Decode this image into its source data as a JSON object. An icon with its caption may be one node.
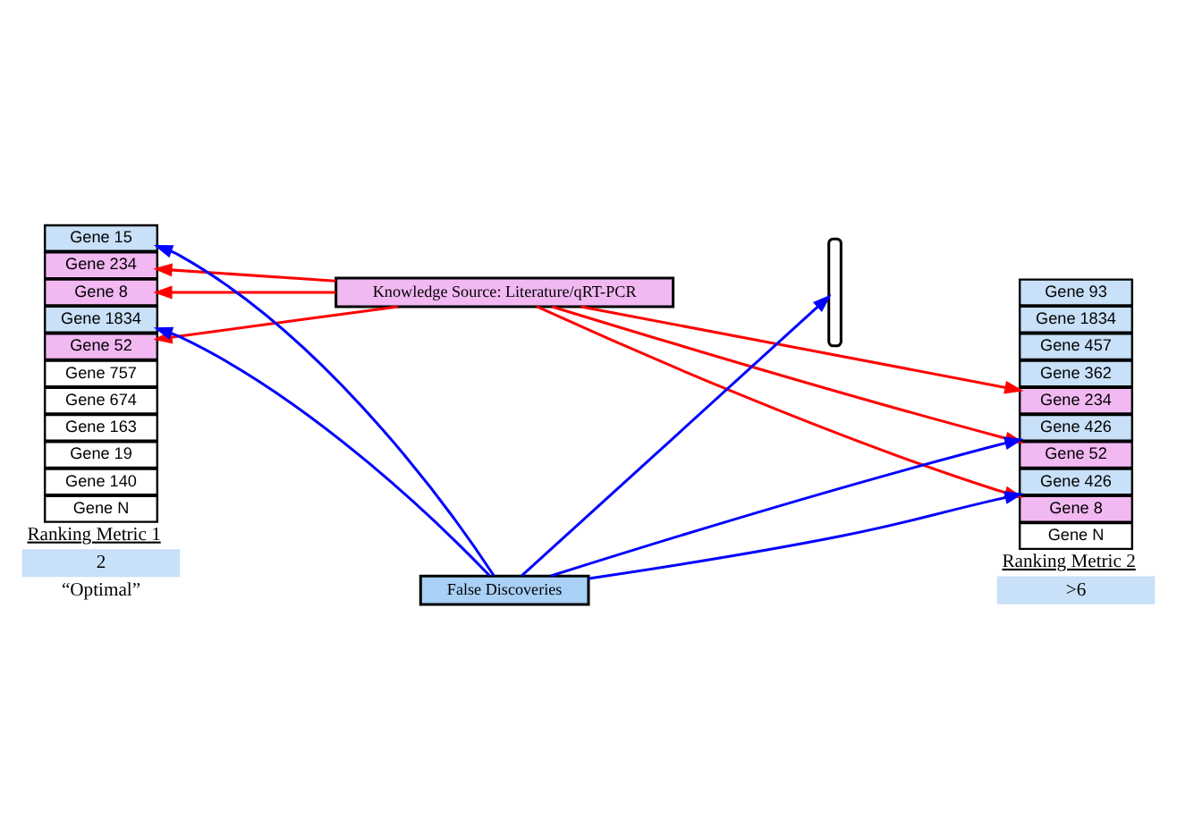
{
  "diagram": {
    "nodes": [
      {
        "text": [
          "Knowledge Source: Literature/qRT-PCR"
        ]
      },
      {
        "text": [
          "Gene 15"
        ]
      },
      {
        "text": [
          "Gene 234"
        ]
      },
      {
        "text": [
          "Gene 8"
        ]
      },
      {
        "text": [
          "Gene 1834"
        ]
      },
      {
        "text": [
          "Gene 52"
        ]
      },
      {
        "text": [
          "Gene 757"
        ]
      },
      {
        "text": [
          "Gene 674"
        ]
      },
      {
        "text": [
          "Gene 163"
        ]
      },
      {
        "text": [
          "Gene 19"
        ]
      },
      {
        "text": [
          "Gene 140"
        ]
      },
      {
        "text": [
          "Gene N"
        ]
      },
      {
        "text": [],
        "shape": "bracket"
      },
      {
        "text": [
          "Gene 93"
        ]
      },
      {
        "text": [
          "Gene 1834"
        ]
      },
      {
        "text": [
          "Gene 457"
        ]
      },
      {
        "text": [
          "Gene 362"
        ]
      },
      {
        "text": [
          "Gene 234"
        ]
      },
      {
        "text": [
          "Gene 426"
        ]
      },
      {
        "text": [
          "Gene 52"
        ]
      },
      {
        "text": [
          "Gene 426"
        ]
      },
      {
        "text": [
          "Gene 8"
        ]
      },
      {
        "text": [
          "Gene N"
        ]
      },
      {
        "text": [
          "False Discoveries"
        ]
      }
    ],
    "edges": [
      {
        "from": 0,
        "to": 2,
        "arrow": "to"
      },
      {
        "from": 0,
        "to": 3,
        "arrow": "to"
      },
      {
        "from": 0,
        "to": 5,
        "arrow": "to"
      },
      {
        "from": 0,
        "to": 17,
        "arrow": "to"
      },
      {
        "from": 0,
        "to": 19,
        "arrow": "to"
      },
      {
        "from": 0,
        "to": 21,
        "arrow": "to"
      },
      {
        "from": 23,
        "to": 1,
        "arrow": "to",
        "color": "#0000ff"
      },
      {
        "from": 23,
        "to": 4,
        "arrow": "to",
        "color": "#0000ff"
      },
      {
        "from": 23,
        "to": 12,
        "arrow": "to",
        "color": "#0000ff"
      },
      {
        "from": 23,
        "to": 18,
        "arrow": "to",
        "color": "#0000ff"
      },
      {
        "from": 23,
        "to": 20,
        "arrow": "to",
        "color": "#0000ff"
      }
    ],
    "labels": [
      "Ranking Metric 1",
      "Ranking Metric 2",
      "2",
      ">6",
      "“Optimal”"
    ]
  }
}
